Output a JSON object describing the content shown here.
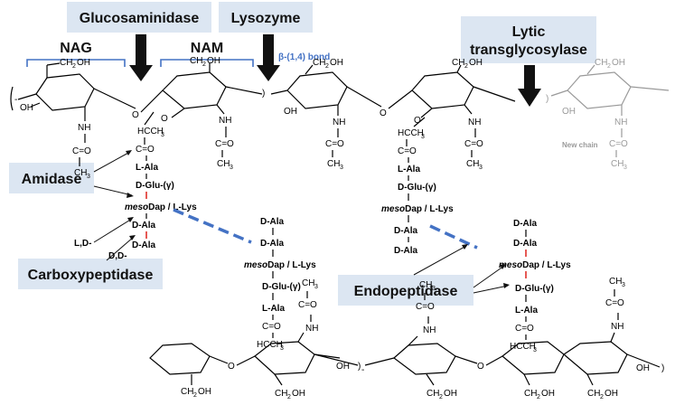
{
  "enzymes": {
    "glucosaminidase": "Glucosaminidase",
    "lysozyme": "Lysozyme",
    "lytic_line1": "Lytic",
    "lytic_line2": "transglycosylase",
    "amidase": "Amidase",
    "carboxypeptidase": "Carboxypeptidase",
    "endopeptidase": "Endopeptidase"
  },
  "labels": {
    "nag": "NAG",
    "nam": "NAM",
    "bond": "β-(1,4) bond",
    "new_chain": "New chain",
    "ld": "L,D-",
    "dd": "D,D-"
  },
  "chem": {
    "ch2oh": "CH",
    "oh": "OH",
    "nh": "NH",
    "c_o": "C=O",
    "hcch3": "HCCH",
    "ch3": "CH"
  },
  "peptide": {
    "l_ala": "L-Ala",
    "d_glu": "D-Glu-(γ)",
    "meso": "meso",
    "dap": "Dap / L-Lys",
    "d_ala": "D-Ala"
  },
  "colors": {
    "box_fill": "#dce6f2",
    "blue": "#4472c4",
    "red": "#e0302a",
    "grey": "#9a9a9a"
  }
}
